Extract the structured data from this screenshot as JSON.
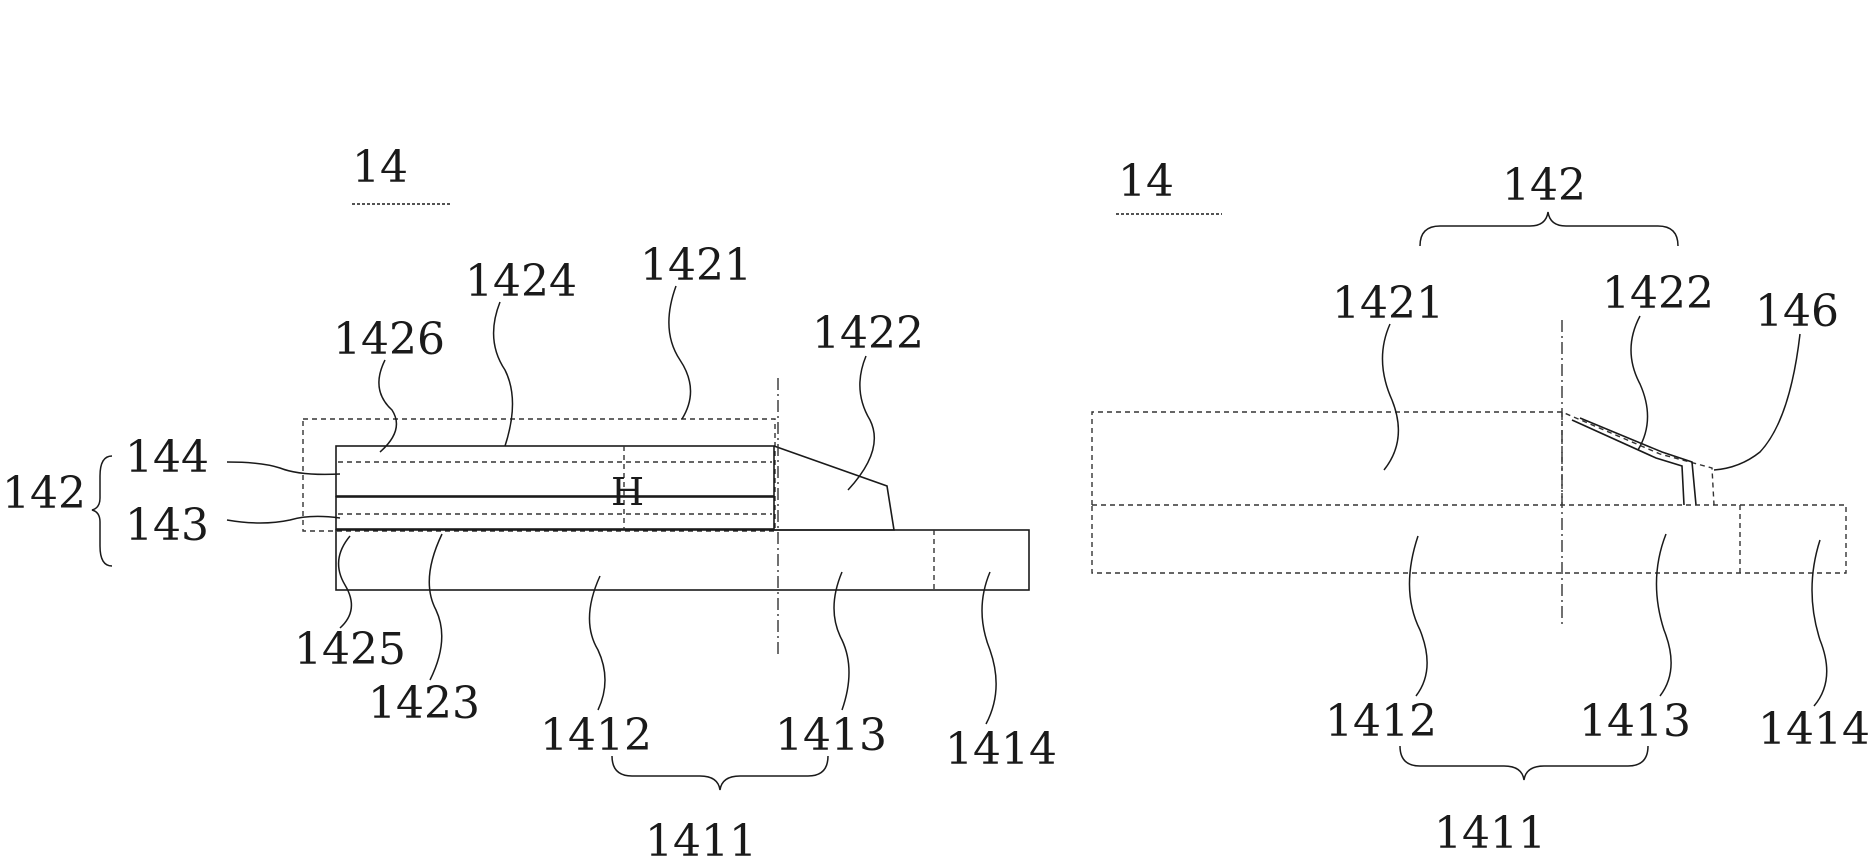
{
  "left_view": {
    "figure_label": "14",
    "labels": {
      "l142": "142",
      "l144": "144",
      "l143": "143",
      "l1426": "1426",
      "l1424": "1424",
      "l1421": "1421",
      "l1422": "1422",
      "l1425": "1425",
      "l1423": "1423",
      "l1412": "1412",
      "l1413": "1413",
      "l1414": "1414",
      "l1411": "1411",
      "height_mark": "H"
    }
  },
  "right_view": {
    "figure_label": "14",
    "labels": {
      "l142": "142",
      "l1421": "1421",
      "l1422": "1422",
      "l146": "146",
      "l1412": "1412",
      "l1413": "1413",
      "l1414": "1414",
      "l1411": "1411"
    }
  }
}
